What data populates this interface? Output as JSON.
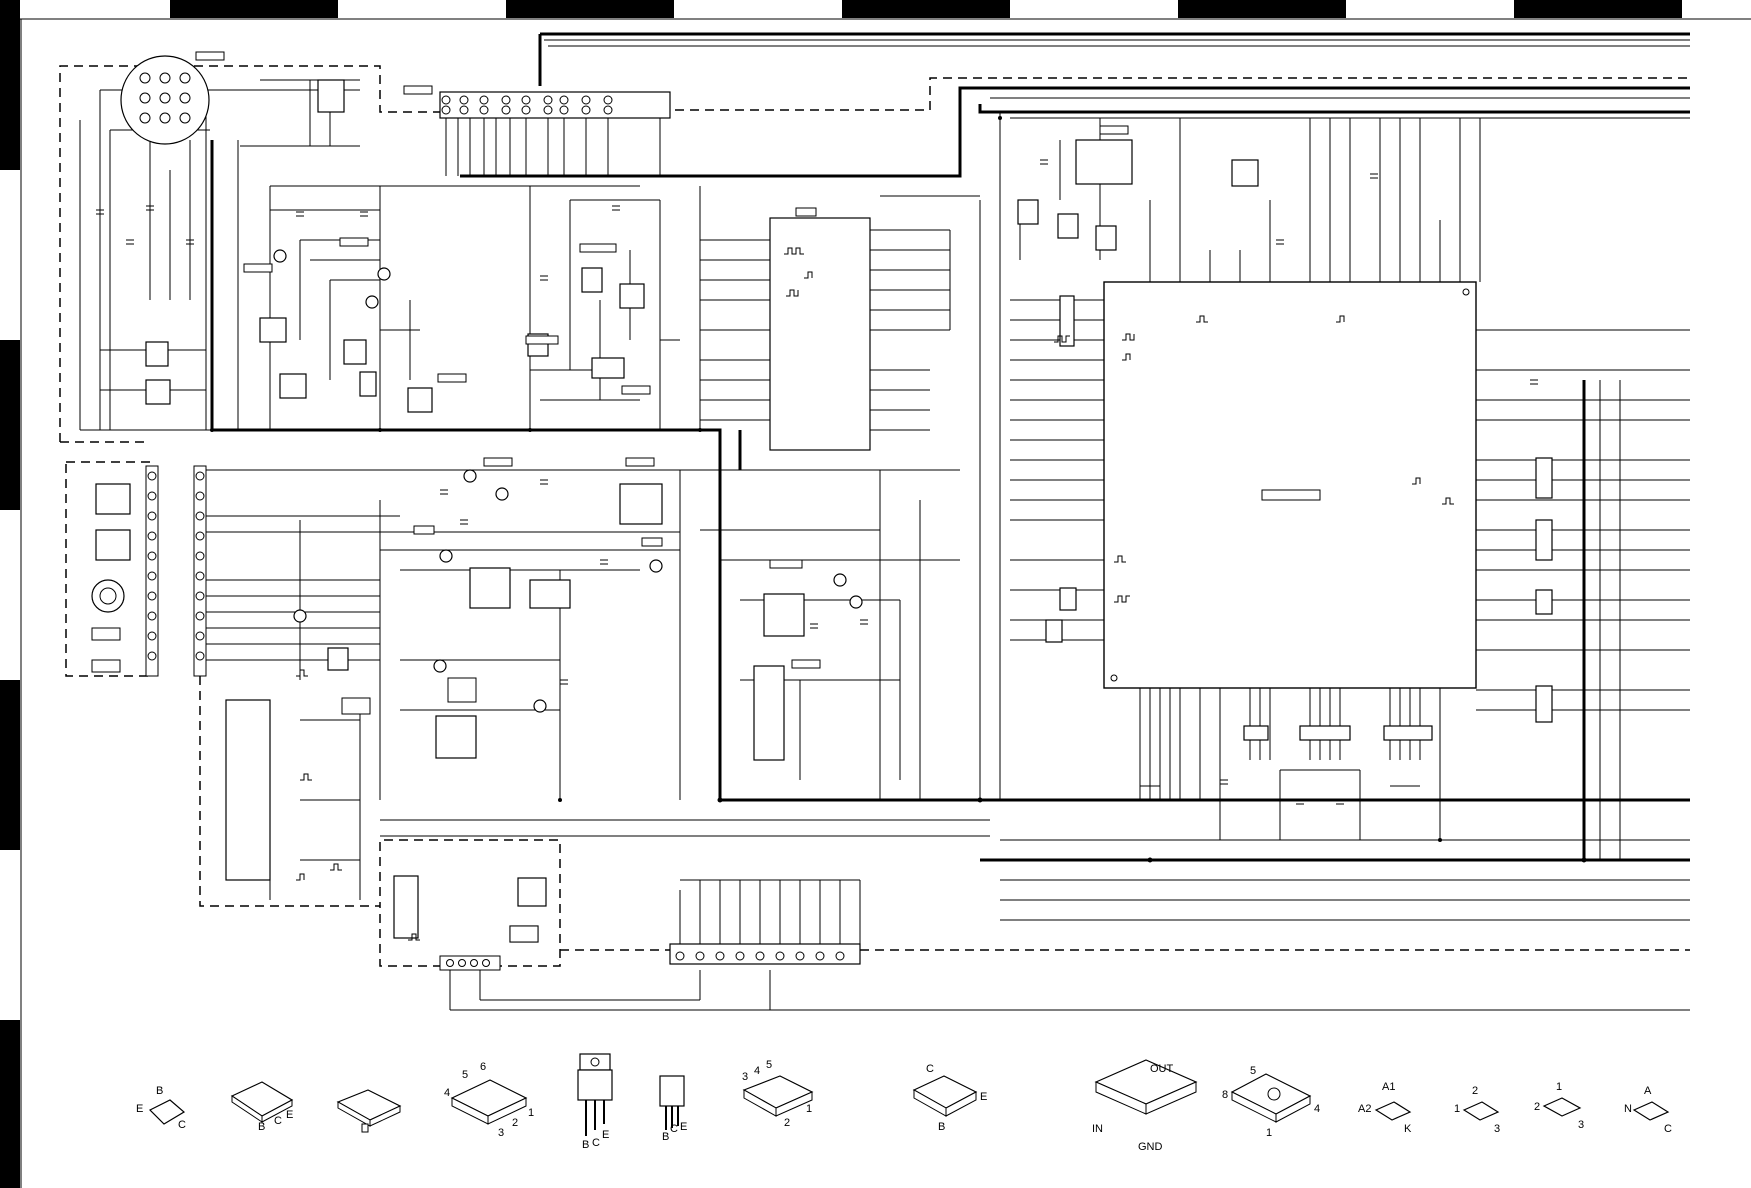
{
  "packages": {
    "transistor_ebc": {
      "pins": [
        "E",
        "B",
        "C"
      ]
    },
    "transistor_bce_flat": {
      "pins": [
        "B",
        "C",
        "E"
      ]
    },
    "ic_sot6": {
      "pins": [
        "5",
        "6",
        "4",
        "2",
        "3",
        "1"
      ]
    },
    "power_to220": {
      "pins": [
        "B",
        "C",
        "E"
      ]
    },
    "power_to92": {
      "pins": [
        "B",
        "C",
        "E"
      ]
    },
    "ic_sot5": {
      "pins": [
        "3",
        "4",
        "5",
        "2",
        "1"
      ]
    },
    "transistor_sot_cbe": {
      "pins": [
        "C",
        "E",
        "B"
      ]
    },
    "regulator": {
      "pins": [
        "OUT",
        "IN",
        "GND"
      ]
    },
    "ic_so8": {
      "pins": [
        "5",
        "8",
        "4",
        "1"
      ]
    },
    "diode_dual": {
      "pins": [
        "A1",
        "A2",
        "K"
      ]
    },
    "sot23_a": {
      "pins": [
        "1",
        "2",
        "3"
      ]
    },
    "sot23_b": {
      "pins": [
        "1",
        "2",
        "3"
      ]
    },
    "diode_anc": {
      "pins": [
        "A",
        "N",
        "C"
      ]
    }
  }
}
